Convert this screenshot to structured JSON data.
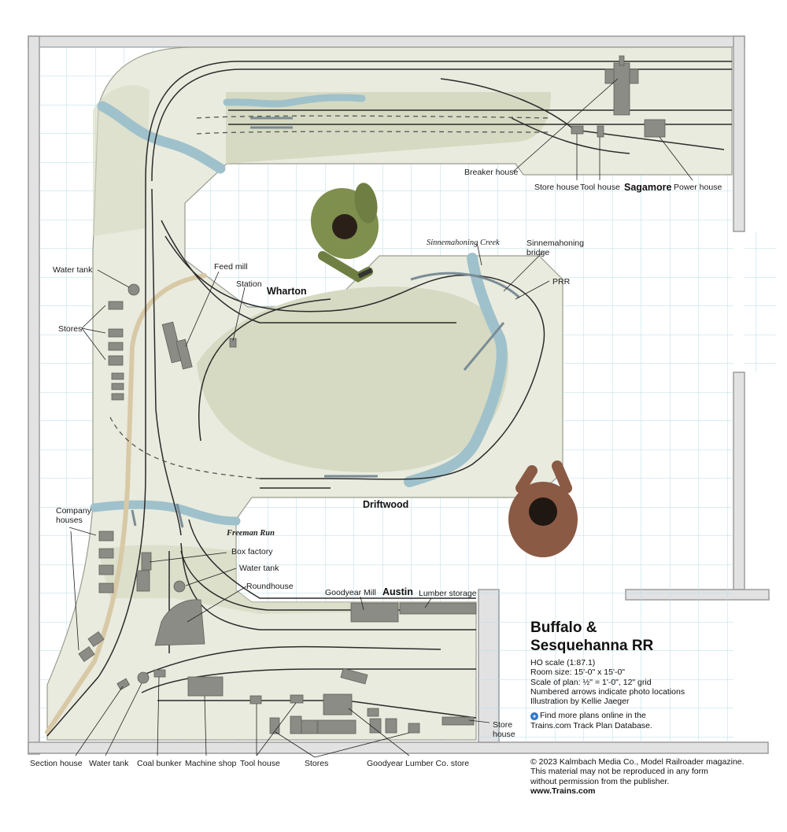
{
  "title": {
    "line1": "Buffalo &",
    "line2": "Sesquehanna RR"
  },
  "specs": [
    "HO scale (1:87.1)",
    "Room size: 15'-0\" x 15'-0\"",
    "Scale of plan: ½\" = 1'-0\", 12\" grid",
    "Numbered arrows indicate photo locations",
    "Illustration by Kellie Jaeger"
  ],
  "find_more": {
    "icon": "plus-circle-icon",
    "line1": "Find more plans online in the",
    "line2": "Trains.com Track Plan Database."
  },
  "copyright": {
    "line1": "© 2023 Kalmbach Media Co., Model Railroader magazine.",
    "line2": "This material may not be reproduced in any form",
    "line3": "without permission from the publisher.",
    "site": "www.Trains.com"
  },
  "towns": {
    "sagamore": "Sagamore",
    "wharton": "Wharton",
    "driftwood": "Driftwood",
    "austin": "Austin"
  },
  "waterways": {
    "creek": "Sinnemahoning Creek",
    "run": "Freeman Run"
  },
  "labels": {
    "breaker_house": "Breaker house",
    "store_house_top": "Store house",
    "tool_house_top": "Tool house",
    "power_house": "Power house",
    "sinnemahoning_bridge_1": "Sinnemahoning",
    "sinnemahoning_bridge_2": "bridge",
    "prr": "PRR",
    "water_tank_left": "Water tank",
    "stores_left": "Stores",
    "feed_mill": "Feed mill",
    "station": "Station",
    "company_houses_1": "Company",
    "company_houses_2": "houses",
    "box_factory": "Box factory",
    "water_tank_austin": "Water tank",
    "roundhouse": "Roundhouse",
    "goodyear_mill": "Goodyear Mill",
    "lumber_storage": "Lumber storage",
    "store_house_right_1": "Store",
    "store_house_right_2": "house",
    "section_house": "Section house",
    "water_tank_bottom": "Water tank",
    "coal_bunker": "Coal bunker",
    "machine_shop": "Machine shop",
    "tool_house_bottom": "Tool house",
    "stores_bottom": "Stores",
    "goodyear_lumber_store": "Goodyear Lumber Co. store"
  },
  "colors": {
    "wall": "#e2e2e2",
    "wall_edge": "#9c9c9c",
    "grid": "#b6dde6",
    "benchwork": "#e9ebde",
    "scenery": "#d6dac2",
    "water": "#9fc1cb",
    "road": "#d8c9a6",
    "track": "#2b2b2b",
    "building": "#8c8c86"
  }
}
